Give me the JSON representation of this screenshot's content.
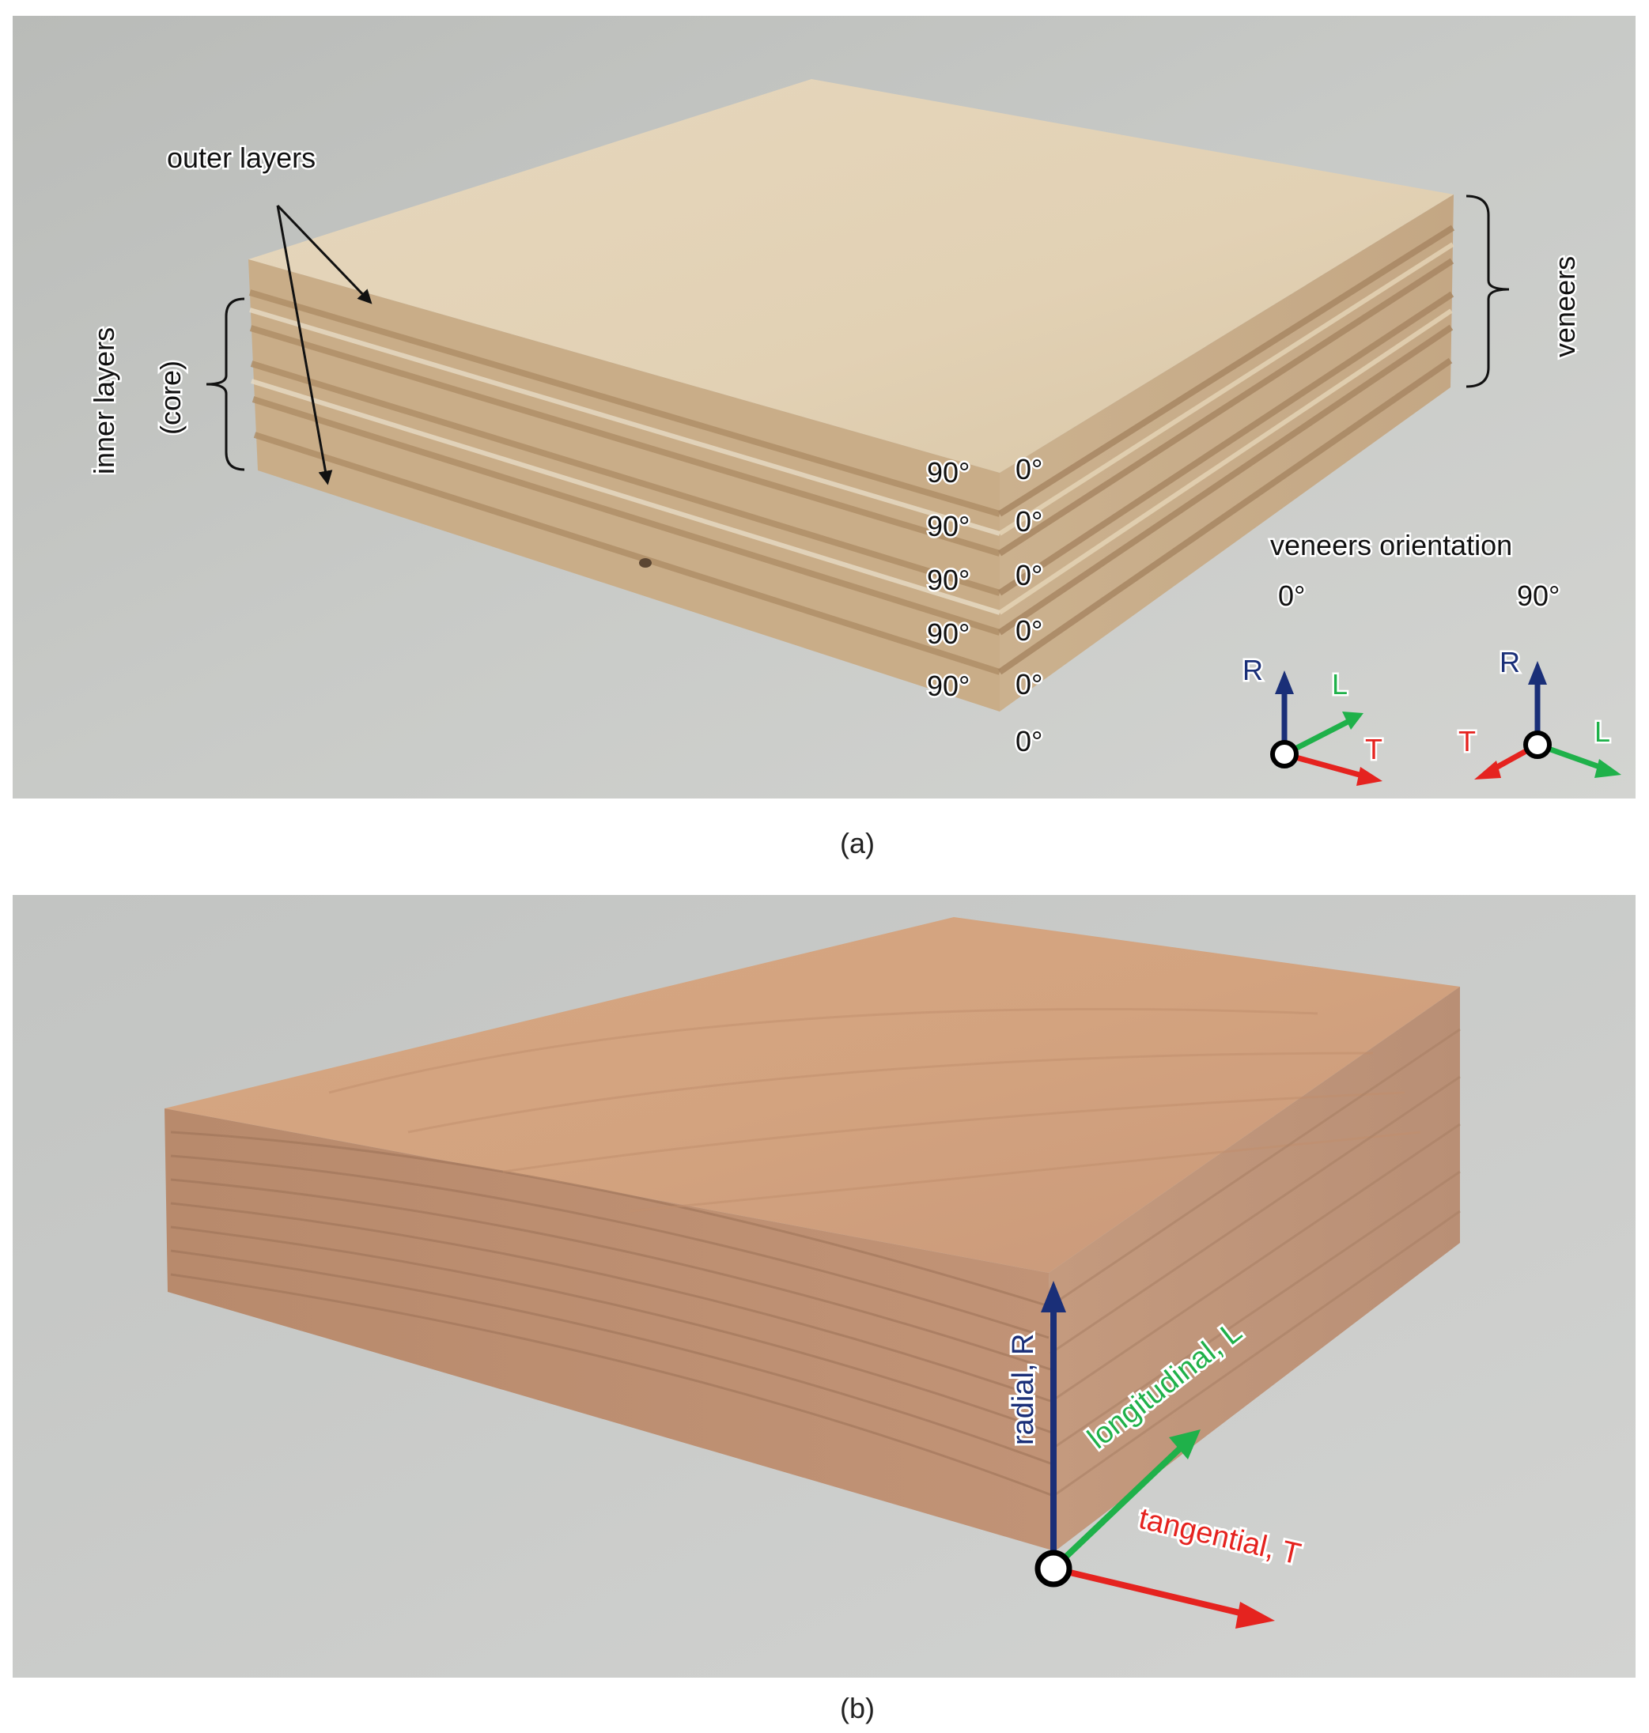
{
  "panel_a": {
    "caption": "(a)",
    "labels": {
      "outer_layers": "outer layers",
      "inner_layers": "inner layers",
      "core": "(core)",
      "veneers": "veneers",
      "veneers_orientation": "veneers orientation"
    },
    "ply_angles_left": [
      "90°",
      "90°",
      "90°",
      "90°",
      "90°"
    ],
    "ply_angles_right": [
      "0°",
      "0°",
      "0°",
      "0°",
      "0°",
      "0°"
    ],
    "orientation_0": {
      "title": "0°",
      "r": "R",
      "l": "L",
      "t": "T"
    },
    "orientation_90": {
      "title": "90°",
      "r": "R",
      "l": "L",
      "t": "T"
    }
  },
  "panel_b": {
    "caption": "(b)",
    "axes": {
      "radial": "radial, R",
      "longitudinal": "longitudinal, L",
      "tangential": "tangential, T"
    }
  },
  "colors": {
    "radial": "#1a2f78",
    "longitudinal": "#1fb14a",
    "tangential": "#e5231f"
  }
}
